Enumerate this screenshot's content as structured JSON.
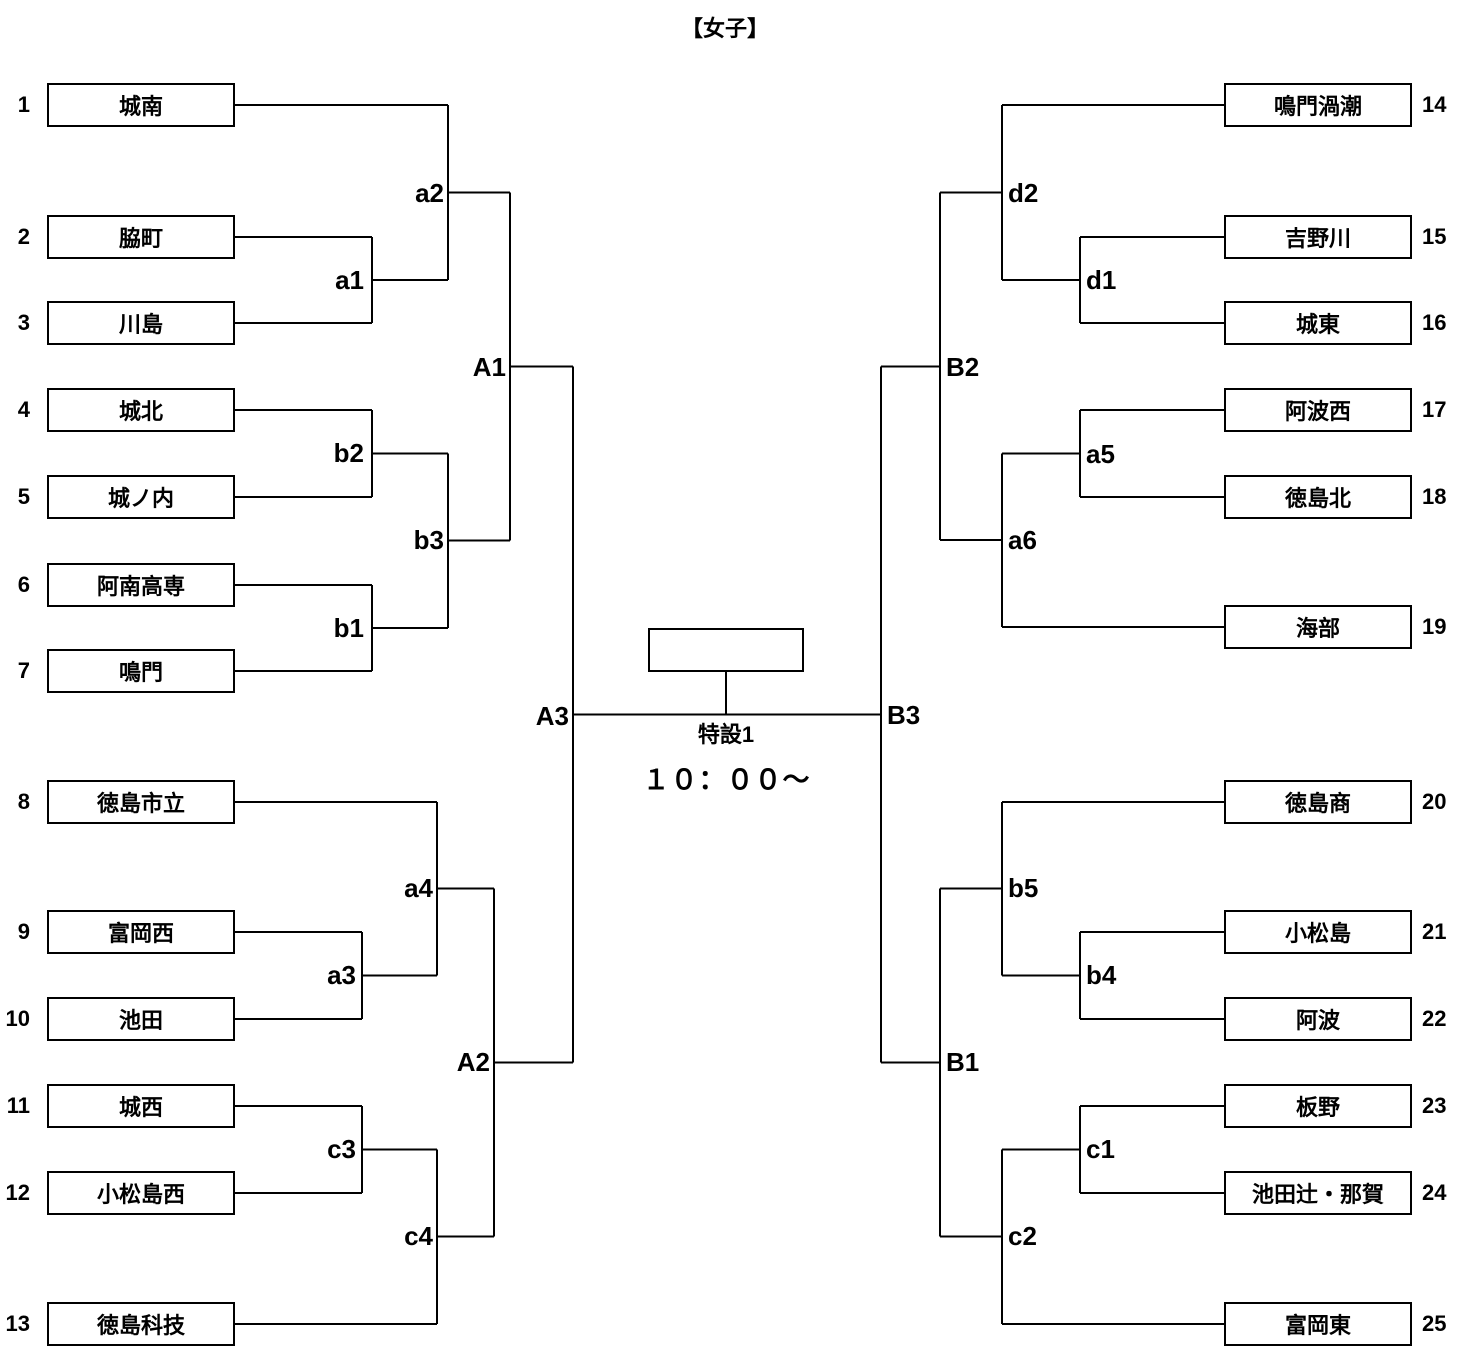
{
  "title": "【女子】",
  "teams_left": [
    {
      "seed": "1",
      "name": "城南"
    },
    {
      "seed": "2",
      "name": "脇町"
    },
    {
      "seed": "3",
      "name": "川島"
    },
    {
      "seed": "4",
      "name": "城北"
    },
    {
      "seed": "5",
      "name": "城ノ内"
    },
    {
      "seed": "6",
      "name": "阿南高専"
    },
    {
      "seed": "7",
      "name": "鳴門"
    },
    {
      "seed": "8",
      "name": "徳島市立"
    },
    {
      "seed": "9",
      "name": "富岡西"
    },
    {
      "seed": "10",
      "name": "池田"
    },
    {
      "seed": "11",
      "name": "城西"
    },
    {
      "seed": "12",
      "name": "小松島西"
    },
    {
      "seed": "13",
      "name": "徳島科技"
    }
  ],
  "teams_right": [
    {
      "seed": "14",
      "name": "鳴門渦潮"
    },
    {
      "seed": "15",
      "name": "吉野川"
    },
    {
      "seed": "16",
      "name": "城東"
    },
    {
      "seed": "17",
      "name": "阿波西"
    },
    {
      "seed": "18",
      "name": "徳島北"
    },
    {
      "seed": "19",
      "name": "海部"
    },
    {
      "seed": "20",
      "name": "徳島商"
    },
    {
      "seed": "21",
      "name": "小松島"
    },
    {
      "seed": "22",
      "name": "阿波"
    },
    {
      "seed": "23",
      "name": "板野"
    },
    {
      "seed": "24",
      "name": "池田辻・那賀"
    },
    {
      "seed": "25",
      "name": "富岡東"
    }
  ],
  "labels": {
    "a1": "a1",
    "a2": "a2",
    "a3": "a3",
    "a4": "a4",
    "a5": "a5",
    "a6": "a6",
    "b1": "b1",
    "b2": "b2",
    "b3": "b3",
    "b4": "b4",
    "b5": "b5",
    "c1": "c1",
    "c2": "c2",
    "c3": "c3",
    "c4": "c4",
    "d1": "d1",
    "d2": "d2",
    "A1": "A1",
    "A2": "A2",
    "A3": "A3",
    "B1": "B1",
    "B2": "B2",
    "B3": "B3"
  },
  "final": {
    "venue": "特設1",
    "time": "１０：００～"
  },
  "colors": {
    "line": "#000000",
    "text": "#000000",
    "background": "#ffffff"
  }
}
